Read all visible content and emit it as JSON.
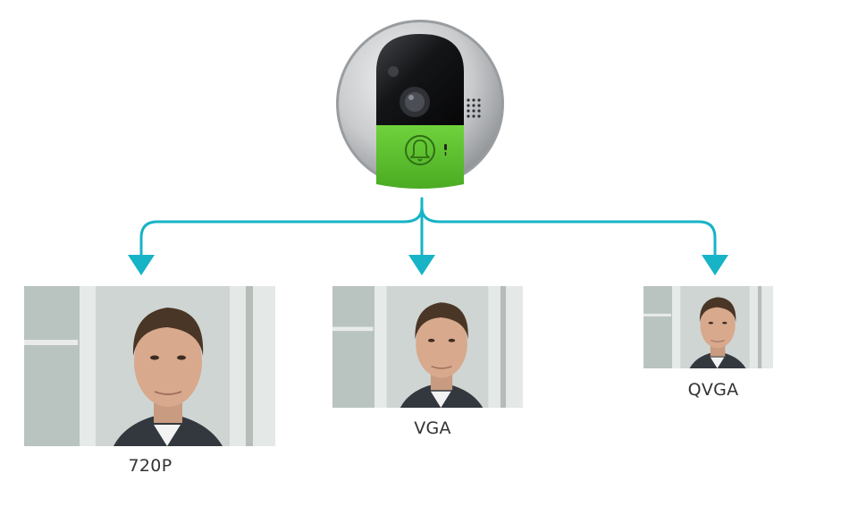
{
  "colors": {
    "connector": "#17b3c6",
    "device_green": "#5cc531",
    "device_silver": "#c9cbcd",
    "label_text": "#333333"
  },
  "device": {
    "icon": "video-doorbell-icon",
    "button_icon": "bell-icon"
  },
  "outputs": [
    {
      "id": "720p",
      "label": "720P",
      "icon": "face-photo-icon"
    },
    {
      "id": "vga",
      "label": "VGA",
      "icon": "face-photo-icon"
    },
    {
      "id": "qvga",
      "label": "QVGA",
      "icon": "face-photo-icon"
    }
  ]
}
